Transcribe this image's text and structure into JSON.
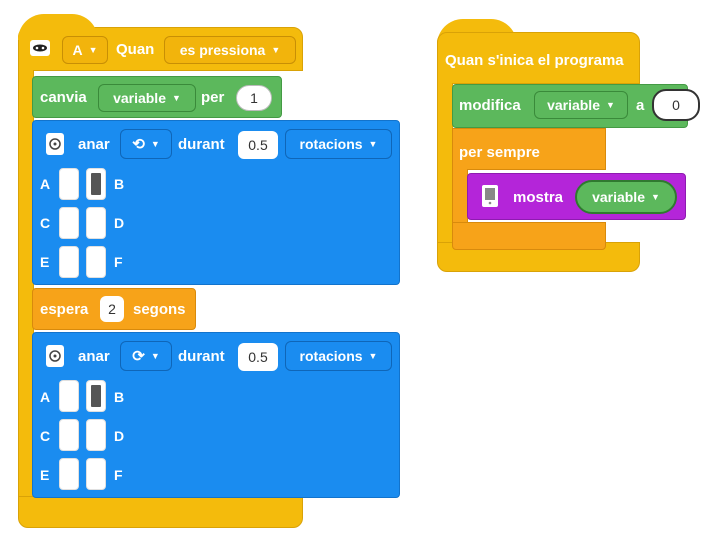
{
  "colors": {
    "event": "#f4bb0c",
    "variable": "#5cb85c",
    "motor": "#1a8cf0",
    "control": "#f7a319",
    "display": "#b425d9"
  },
  "when_block": {
    "icon": "controller-icon",
    "button_value": "A",
    "word": "Quan",
    "event_value": "es pressiona"
  },
  "change_block": {
    "label": "canvia",
    "variable": "variable",
    "word": "per",
    "value": "1"
  },
  "motor_block_1": {
    "icon": "motor-icon",
    "label": "anar",
    "direction_icon": "counterclockwise-icon",
    "word": "durant",
    "amount": "0.5",
    "unit": "rotacions",
    "matrix_labels": [
      "A",
      "B",
      "C",
      "D",
      "E",
      "F"
    ],
    "matrix_on": [
      false,
      true,
      false,
      false,
      false,
      false
    ]
  },
  "wait_block": {
    "label": "espera",
    "value": "2",
    "unit": "segons"
  },
  "motor_block_2": {
    "icon": "motor-icon",
    "label": "anar",
    "direction_icon": "clockwise-icon",
    "word": "durant",
    "amount": "0.5",
    "unit": "rotacions",
    "matrix_labels": [
      "A",
      "B",
      "C",
      "D",
      "E",
      "F"
    ],
    "matrix_on": [
      false,
      true,
      false,
      false,
      false,
      false
    ]
  },
  "start_block": {
    "label": "Quan s'inica el programa"
  },
  "set_block": {
    "label": "modifica",
    "variable": "variable",
    "word": "a",
    "value": "0"
  },
  "forever_block": {
    "label": "per sempre"
  },
  "show_block": {
    "icon": "display-icon",
    "label": "mostra",
    "variable": "variable"
  }
}
